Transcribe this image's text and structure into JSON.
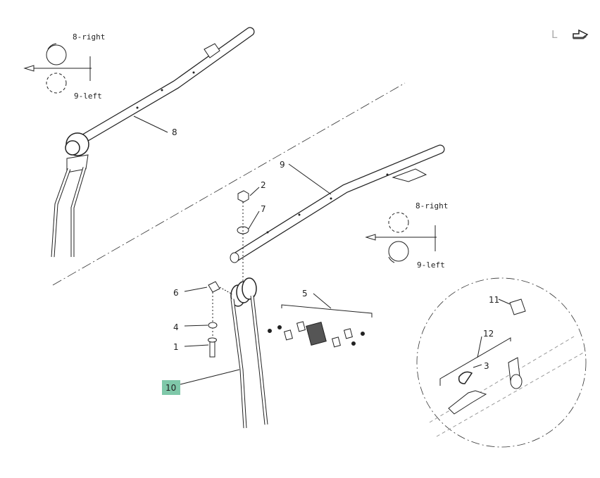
{
  "toolbar": {
    "layer_label": "L",
    "export_icon": "arrow-export-icon"
  },
  "diagram": {
    "rotation_upper": {
      "right": "8-right",
      "left": "9-left"
    },
    "rotation_lower": {
      "right": "8-right",
      "left": "9-left"
    },
    "callouts": [
      "1",
      "2",
      "3",
      "4",
      "5",
      "6",
      "7",
      "8",
      "9",
      "10",
      "11",
      "12"
    ],
    "highlighted_callout": "10",
    "highlight_color": "#7fc8a9"
  }
}
